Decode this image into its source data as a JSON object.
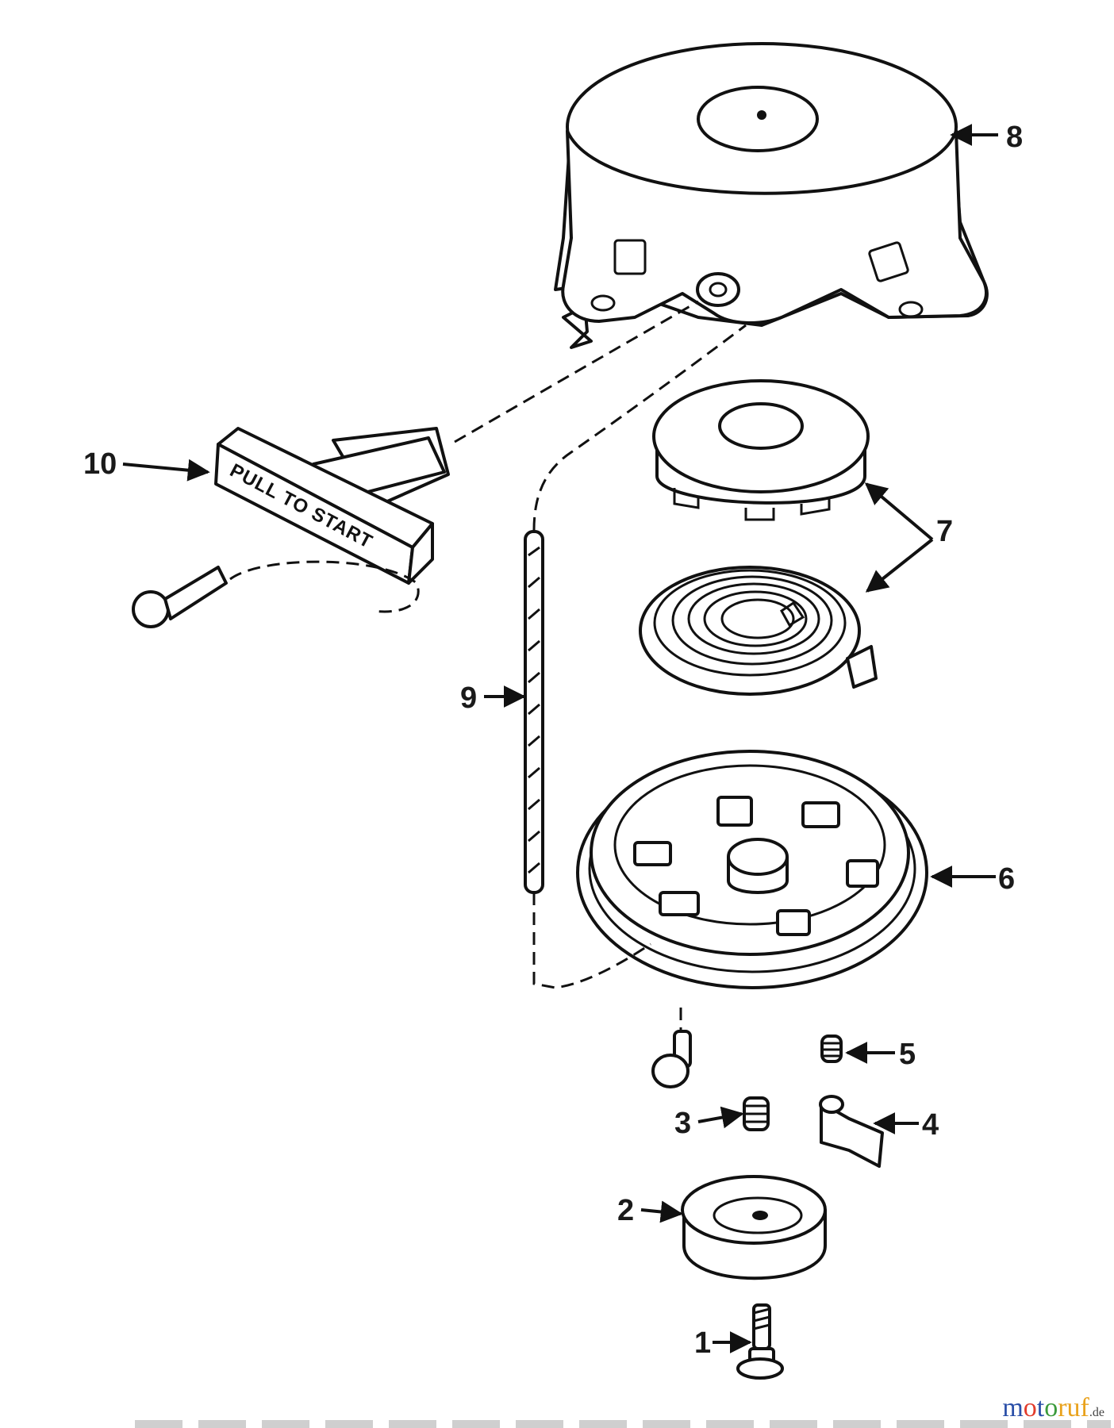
{
  "handle_label": "PULL TO START",
  "callouts": [
    {
      "id": "1",
      "label": "1"
    },
    {
      "id": "2",
      "label": "2"
    },
    {
      "id": "3",
      "label": "3"
    },
    {
      "id": "4",
      "label": "4"
    },
    {
      "id": "5",
      "label": "5"
    },
    {
      "id": "6",
      "label": "6"
    },
    {
      "id": "7",
      "label": "7"
    },
    {
      "id": "8",
      "label": "8"
    },
    {
      "id": "9",
      "label": "9"
    },
    {
      "id": "10",
      "label": "10"
    }
  ],
  "watermark": {
    "parts": [
      "m",
      "o",
      "t",
      "o",
      "ruf",
      ".de"
    ],
    "text": "motoruf.de"
  }
}
